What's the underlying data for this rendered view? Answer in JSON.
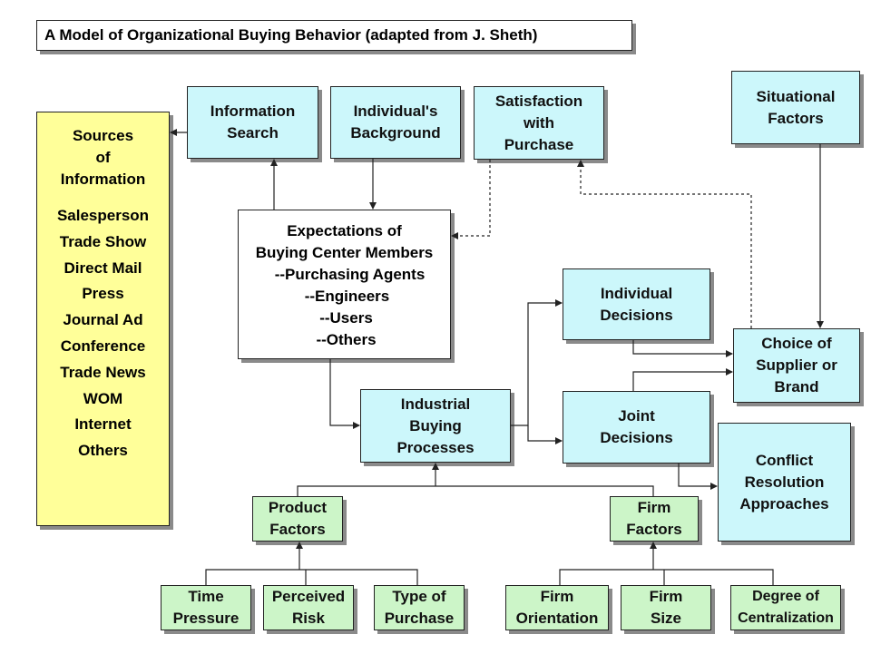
{
  "title": "A Model of Organizational Buying Behavior (adapted from J. Sheth)",
  "sources": {
    "heading": "Sources\nof\nInformation",
    "items": [
      "Salesperson",
      "Trade Show",
      "Direct Mail",
      "Press",
      "Journal Ad",
      "Conference",
      "Trade News",
      "WOM",
      "Internet",
      "Others"
    ]
  },
  "boxes": {
    "information_search": "Information\nSearch",
    "individuals_background": "Individual's\nBackground",
    "satisfaction": "Satisfaction\nwith\nPurchase",
    "situational_factors": "Situational\nFactors",
    "individual_decisions": "Individual\nDecisions",
    "joint_decisions": "Joint\nDecisions",
    "industrial_buying": "Industrial\nBuying\nProcesses",
    "choice_of_supplier": "Choice of\nSupplier or\nBrand",
    "conflict_resolution": "Conflict\nResolution\nApproaches",
    "product_factors": "Product\nFactors",
    "firm_factors": "Firm\nFactors",
    "time_pressure": "Time\nPressure",
    "perceived_risk": "Perceived\nRisk",
    "type_of_purchase": "Type of\nPurchase",
    "firm_orientation": "Firm\nOrientation",
    "firm_size": "Firm\nSize",
    "degree_of_centralization": "Degree of\nCentralization"
  },
  "expectations": {
    "line1": "Expectations of",
    "line2": "Buying Center Members",
    "line3": "--Purchasing Agents",
    "line4": "--Engineers",
    "line5": "--Users",
    "line6": "--Others"
  }
}
